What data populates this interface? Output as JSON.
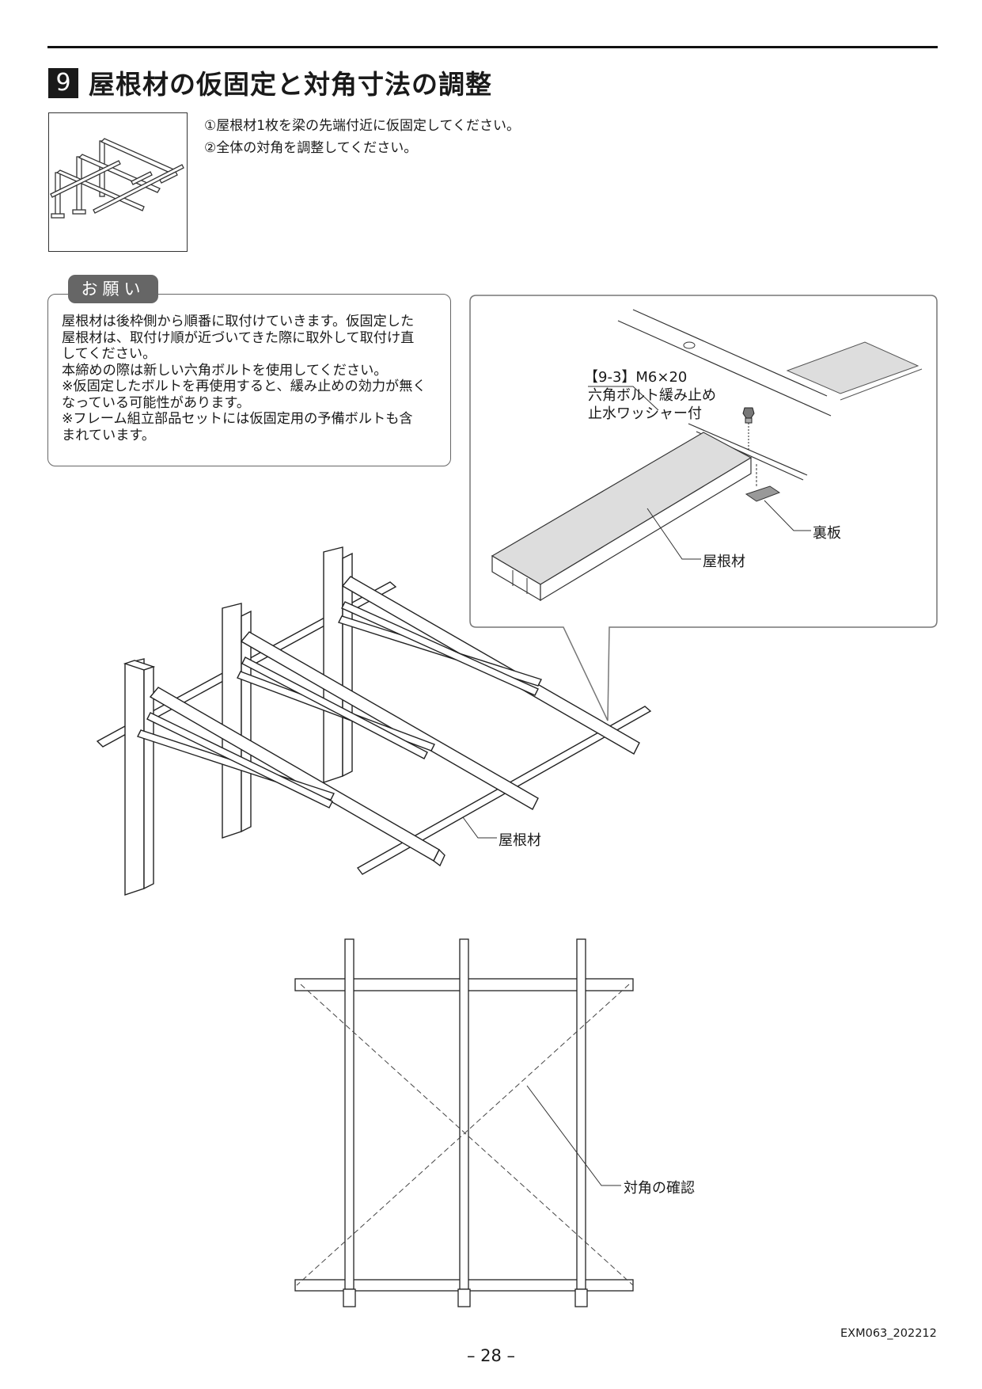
{
  "header": {
    "step_number": "9",
    "title": "屋根材の仮固定と対角寸法の調整"
  },
  "instructions": [
    "①屋根材1枚を梁の先端付近に仮固定してください。",
    "②全体の対角を調整してください。"
  ],
  "request": {
    "tab_label": "お願い",
    "lines": [
      "屋根材は後枠側から順番に取付けていきます。仮固定した",
      "屋根材は、取付け順が近づいてきた際に取外して取付け直",
      "してください。",
      "本締めの際は新しい六角ボルトを使用してください。",
      "※仮固定したボルトを再使用すると、緩み止めの効力が無く",
      "なっている可能性があります。",
      "※フレーム組立部品セットには仮固定用の予備ボルトも含",
      "まれています。"
    ]
  },
  "detail": {
    "bolt_line1": "【9-3】M6×20",
    "bolt_line2": "六角ボルト緩み止め",
    "bolt_line3": "止水ワッシャー付",
    "back_plate": "裏板",
    "roof_material": "屋根材"
  },
  "main_figure": {
    "roof_material": "屋根材"
  },
  "plan_figure": {
    "diagonal_check": "対角の確認"
  },
  "footer": {
    "page": "– 28 –",
    "code": "EXM063_202212"
  }
}
